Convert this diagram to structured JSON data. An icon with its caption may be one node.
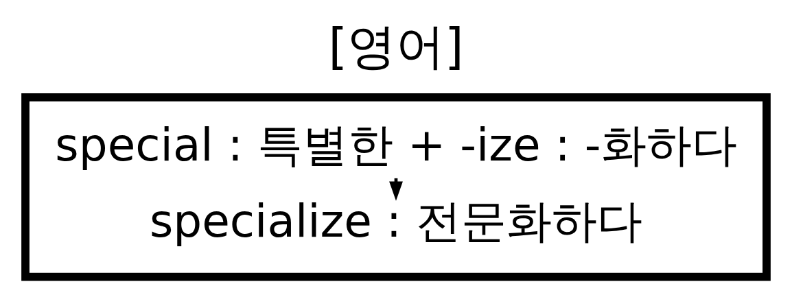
{
  "diagram": {
    "title": "[영어]",
    "nodes": [
      {
        "text": [],
        "shape": "box"
      },
      {
        "text": [
          "special : 특별한 + -ize : -화하다"
        ],
        "in": 0
      },
      {
        "text": [
          "specialize : 전문화하다"
        ],
        "in": 0
      }
    ],
    "edges": [
      {
        "from": 1,
        "to": 2,
        "arrow": "to"
      }
    ]
  }
}
